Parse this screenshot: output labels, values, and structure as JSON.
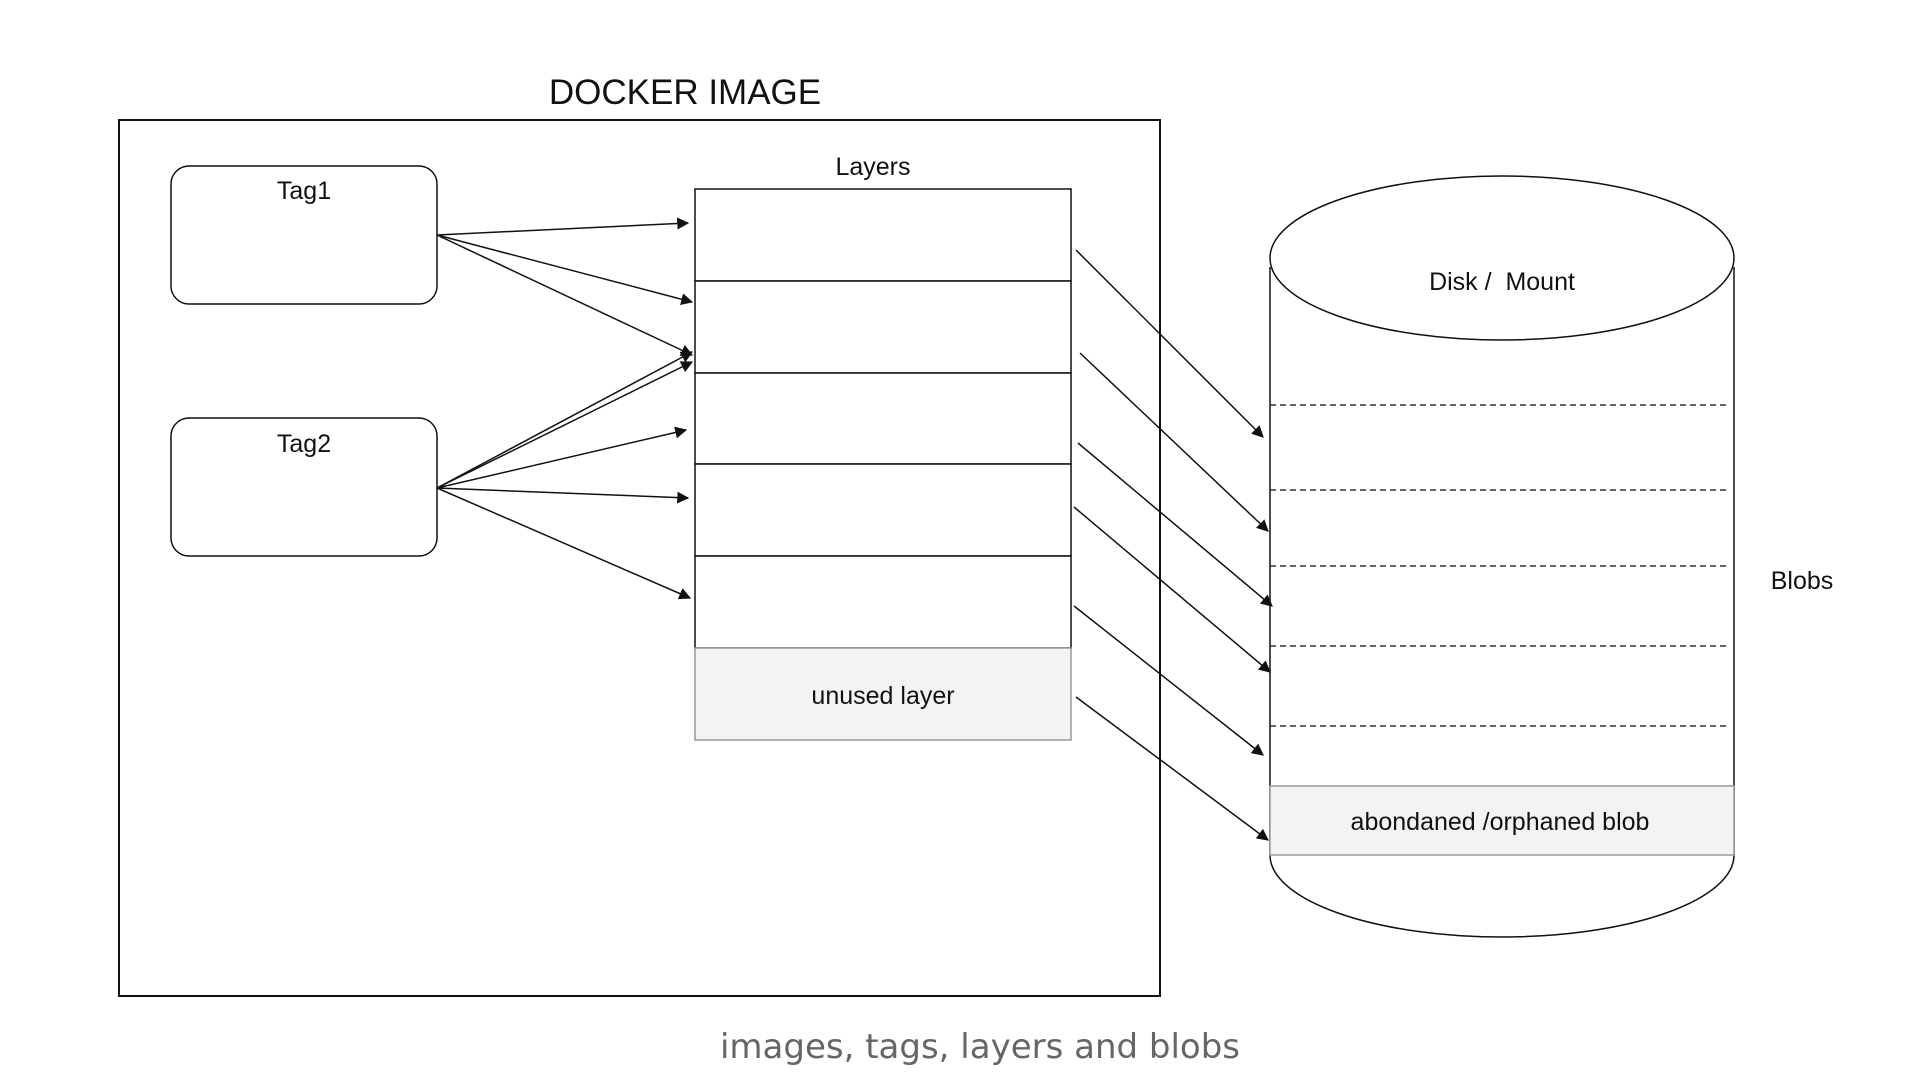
{
  "diagram": {
    "title": "DOCKER IMAGE",
    "tags": [
      {
        "label": "Tag1"
      },
      {
        "label": "Tag2"
      }
    ],
    "layers": {
      "heading": "Layers",
      "unused_label": "unused layer"
    },
    "disk": {
      "label": "Disk /  Mount",
      "blobs_label": "Blobs",
      "orphan_label": "abondaned /orphaned blob"
    },
    "caption": "images, tags, layers and blobs"
  },
  "colors": {
    "stroke": "#111111",
    "unused_fill": "#f3f3f3",
    "caption": "#666666"
  }
}
